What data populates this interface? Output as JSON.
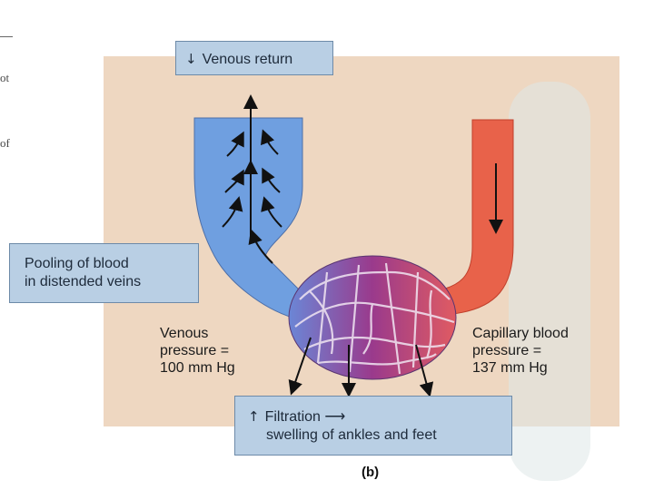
{
  "edge_text": {
    "line1": "ot",
    "line2": "of"
  },
  "callouts": {
    "venous_return": {
      "arrow": "↓",
      "label": "Venous return"
    },
    "pooling": {
      "line1": "Pooling of blood",
      "line2": "in distended veins"
    },
    "filtration": {
      "arrow": "↑",
      "line1": "Filtration ⟶",
      "line2": "swelling of ankles and feet"
    }
  },
  "labels": {
    "venous_pressure": {
      "line1": "Venous",
      "line2": "pressure =",
      "line3": "100 mm Hg"
    },
    "capillary_pressure": {
      "line1": "Capillary blood",
      "line2": "pressure =",
      "line3": "137 mm Hg"
    }
  },
  "caption": "(b)",
  "colors": {
    "panel": "#eed7c1",
    "vein": "#6f9fe0",
    "artery": "#e8624a",
    "callout_fill": "#b9cfe4"
  }
}
